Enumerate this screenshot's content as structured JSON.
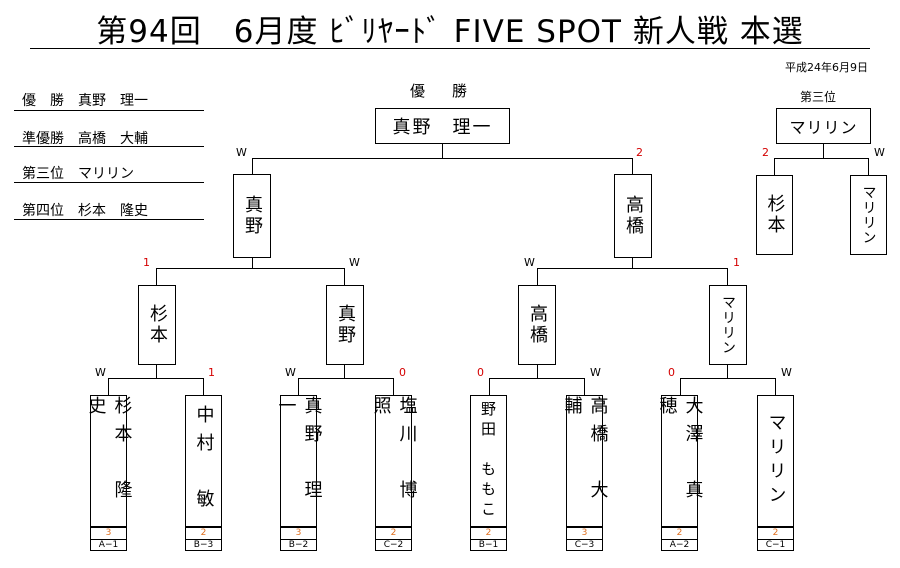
{
  "header": {
    "title": "第94回　6月度 ﾋﾞﾘﾔｰﾄﾞ FIVE SPOT 新人戦 本選",
    "date": "平成24年6月9日"
  },
  "results": [
    "優　勝　真野　理一",
    "準優勝　高橋　大輔",
    "第三位　マリリン",
    "第四位　杉本　隆史"
  ],
  "bracket": {
    "champion_label": "優　勝",
    "champion": "真野　理一",
    "third_label": "第三位",
    "third_winner": "マリリン",
    "final": {
      "left": "真野",
      "right": "高橋",
      "left_mark": "W",
      "right_mark": "2"
    },
    "third_match": {
      "left": "杉本",
      "right": "マリリン",
      "left_mark": "2",
      "right_mark": "W"
    },
    "semis": [
      {
        "left": "杉本",
        "right": "真野",
        "left_mark": "1",
        "right_mark": "W"
      },
      {
        "left": "高橋",
        "right": "マリリン",
        "left_mark": "W",
        "right_mark": "1"
      }
    ],
    "quarters": [
      {
        "left_mark": "W",
        "right_mark": "1"
      },
      {
        "left_mark": "W",
        "right_mark": "0"
      },
      {
        "left_mark": "0",
        "right_mark": "W"
      },
      {
        "left_mark": "0",
        "right_mark": "W"
      }
    ],
    "players": [
      {
        "name": "杉本　隆史",
        "handicap": "3",
        "seed": "A−1"
      },
      {
        "name": "中村　敏",
        "handicap": "2",
        "seed": "B−3"
      },
      {
        "name": "真野　理一",
        "handicap": "3",
        "seed": "B−2"
      },
      {
        "name": "塩川　博照",
        "handicap": "2",
        "seed": "C−2"
      },
      {
        "name": "野田　ももこ",
        "handicap": "2",
        "seed": "B−1"
      },
      {
        "name": "高橋　大輔",
        "handicap": "3",
        "seed": "C−3"
      },
      {
        "name": "大澤　真穂",
        "handicap": "2",
        "seed": "A−2"
      },
      {
        "name": "マリリン",
        "handicap": "2",
        "seed": "C−1"
      }
    ]
  },
  "colors": {
    "score": "#d40000",
    "handicap": "#e07020",
    "line": "#000000"
  }
}
